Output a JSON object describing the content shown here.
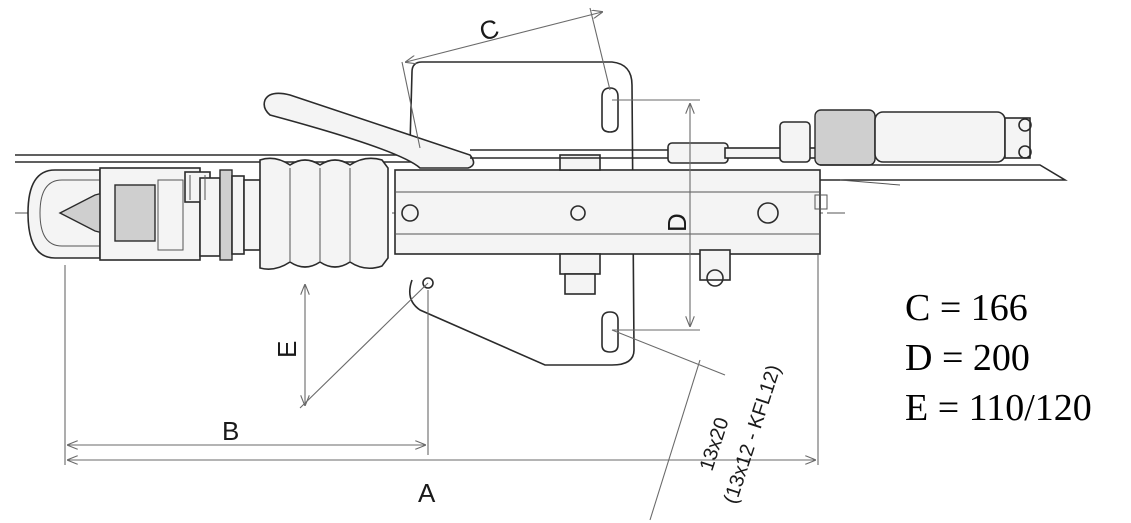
{
  "drawing": {
    "dimension_letters": {
      "a": "A",
      "b": "B",
      "c": "C",
      "d": "D",
      "e": "E"
    },
    "hole_size": {
      "primary": "13x20",
      "alternate": "(13x12 - KFL12)"
    }
  },
  "legend": {
    "c": "C = 166",
    "d": "D = 200",
    "e": "E = 110/120"
  },
  "colors": {
    "line": "#2b2b2b",
    "dimension": "#6a6a6a",
    "background": "#ffffff"
  }
}
